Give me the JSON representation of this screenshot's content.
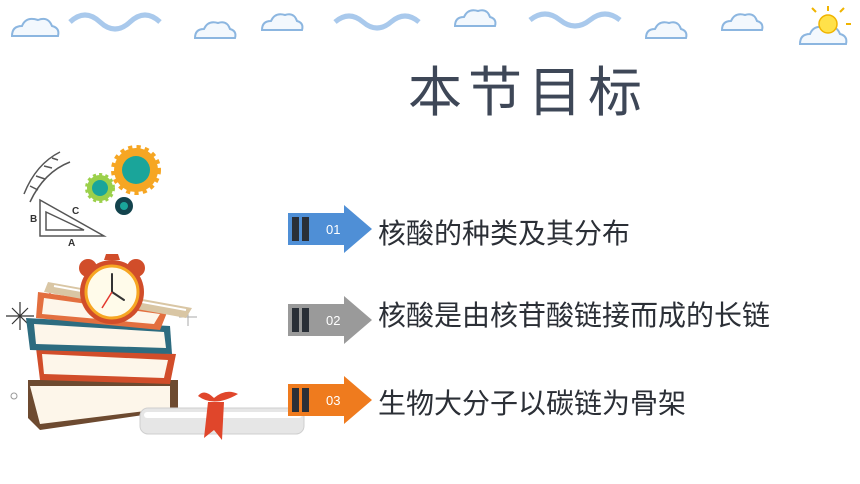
{
  "title": "本节目标",
  "goals": [
    {
      "num": "01",
      "text": "核酸的种类及其分布",
      "color": "#4f8fd6"
    },
    {
      "num": "02",
      "text": "核酸是由核苷酸链接而成的长链",
      "color": "#9a9a9a"
    },
    {
      "num": "03",
      "text": "生物大分子以碳链为骨架",
      "color": "#ef7b1e"
    }
  ],
  "triangle_labels": {
    "a": "A",
    "b": "B",
    "c": "C"
  },
  "colors": {
    "title": "#3e4757",
    "text": "#2b2f36",
    "cloud": "#9fc3e8"
  }
}
